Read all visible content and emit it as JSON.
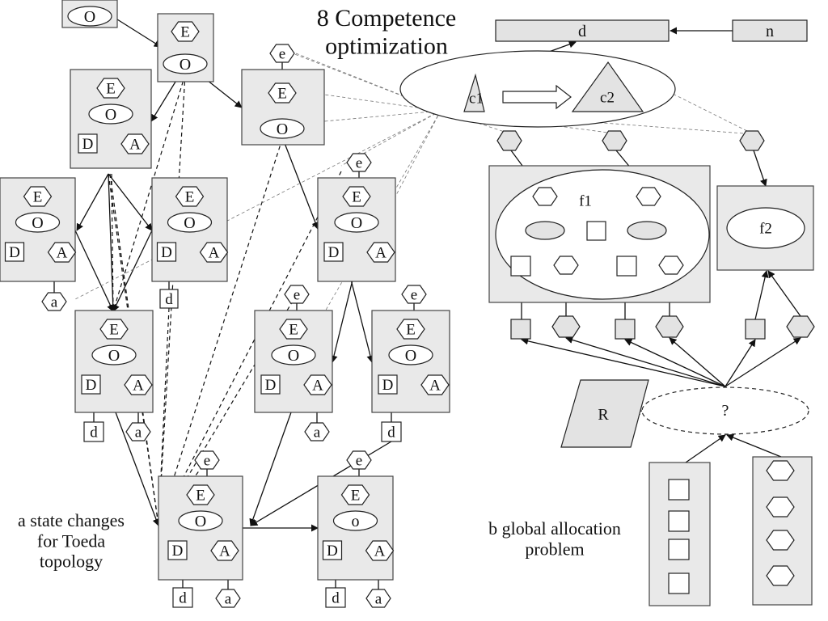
{
  "labels": {
    "O": "O",
    "E": "E",
    "D": "D",
    "A": "A",
    "e": "e",
    "d": "d",
    "a": "a",
    "o": "o",
    "n": "n",
    "c1": "c1",
    "c2": "c2",
    "f1": "f1",
    "f2": "f2",
    "R": "R",
    "q": "?"
  },
  "captions": {
    "title": [
      "8 Competence",
      "optimization"
    ],
    "left": [
      "a state changes",
      "for Toeda",
      "topology"
    ],
    "bottom": [
      "b global allocation",
      "problem"
    ]
  }
}
